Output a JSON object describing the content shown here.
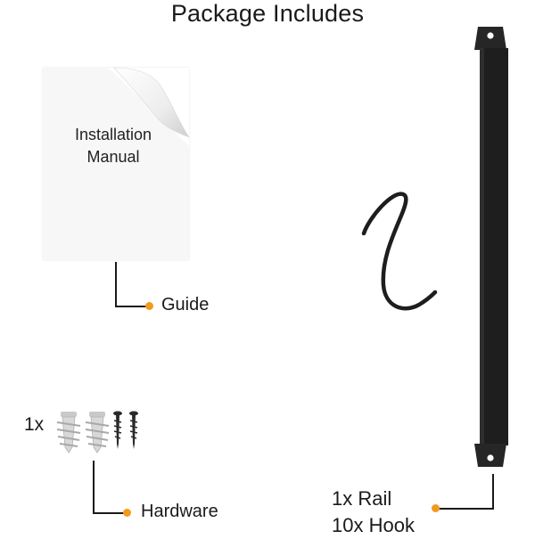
{
  "title": "Package Includes",
  "manual": {
    "line1": "Installation",
    "line2": "Manual"
  },
  "labels": {
    "guide": "Guide",
    "hardware": "Hardware",
    "hardware_qty": "1x",
    "rail": "1x Rail",
    "hook": "10x Hook"
  },
  "colors": {
    "accent_dot": "#f29a1b",
    "item_black": "#1e1e1e",
    "background": "#ffffff"
  },
  "icons": [
    "page-curl-icon",
    "anchor-icon",
    "screw-icon",
    "s-hook-icon",
    "rail-icon"
  ]
}
